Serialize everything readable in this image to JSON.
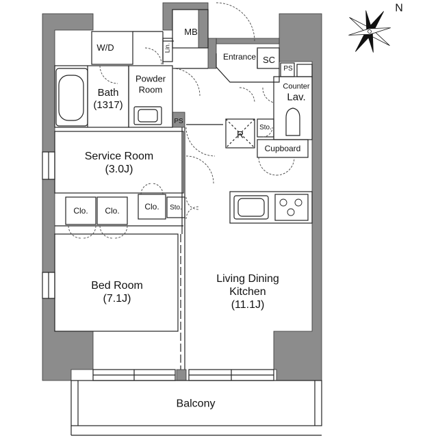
{
  "colors": {
    "wall": "#8c8c8c",
    "line": "#222222",
    "dash": "#444444",
    "background": "#ffffff"
  },
  "compass": {
    "north_label": "N",
    "icon": "compass-rose-icon"
  },
  "rooms": {
    "mb": "MB",
    "wd": "W/D",
    "lin": "Lin.",
    "entrance": "Entrance",
    "sc": "SC",
    "ps_top": "PS",
    "powder_room": [
      "Powder",
      "Room"
    ],
    "bath": [
      "Bath",
      "(1317)"
    ],
    "counter_lav": [
      "Counter",
      "Lav."
    ],
    "ps_mid": "PS",
    "refrigerator": "R",
    "sto_top": "Sto.",
    "cupboard": "Cupboard",
    "service_room": [
      "Service Room",
      "(3.0J)"
    ],
    "clo_1": "Clo.",
    "clo_2": "Clo.",
    "clo_3": "Clo.",
    "sto_mid": "Sto.",
    "bed_room": [
      "Bed Room",
      "(7.1J)"
    ],
    "ldk": [
      "Living Dining",
      "Kitchen",
      "(11.1J)"
    ],
    "balcony": "Balcony"
  }
}
